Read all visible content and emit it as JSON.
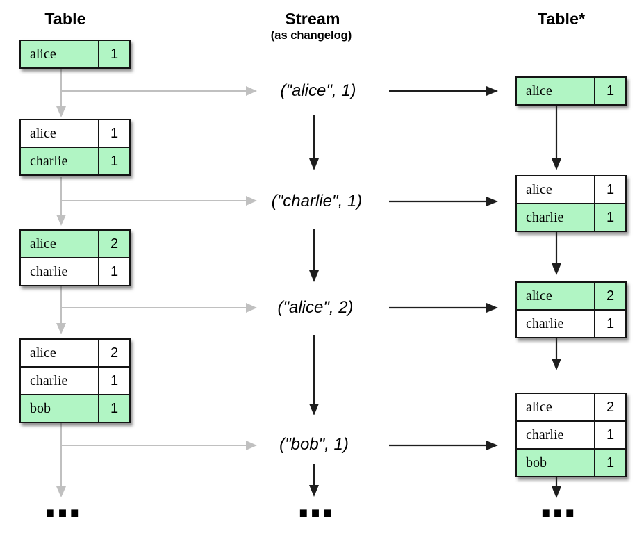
{
  "titles": {
    "left": "Table",
    "middle": "Stream",
    "middle_sub": "(as changelog)",
    "right": "Table*"
  },
  "colors": {
    "highlight_green": "#b1f5c4",
    "gray_arrow": "#c0c0c0",
    "black_arrow": "#1e1e1e",
    "table_border": "#141414",
    "background": "#ffffff"
  },
  "left_tables": [
    {
      "rows": [
        {
          "key": "alice",
          "value": "1",
          "highlight": true
        }
      ]
    },
    {
      "rows": [
        {
          "key": "alice",
          "value": "1",
          "highlight": false
        },
        {
          "key": "charlie",
          "value": "1",
          "highlight": true
        }
      ]
    },
    {
      "rows": [
        {
          "key": "alice",
          "value": "2",
          "highlight": true
        },
        {
          "key": "charlie",
          "value": "1",
          "highlight": false
        }
      ]
    },
    {
      "rows": [
        {
          "key": "alice",
          "value": "2",
          "highlight": false
        },
        {
          "key": "charlie",
          "value": "1",
          "highlight": false
        },
        {
          "key": "bob",
          "value": "1",
          "highlight": true
        }
      ]
    }
  ],
  "stream_events": [
    {
      "label": "(\"alice\", 1)"
    },
    {
      "label": "(\"charlie\", 1)"
    },
    {
      "label": "(\"alice\", 2)"
    },
    {
      "label": "(\"bob\", 1)"
    }
  ],
  "right_tables": [
    {
      "rows": [
        {
          "key": "alice",
          "value": "1",
          "highlight": true
        }
      ]
    },
    {
      "rows": [
        {
          "key": "alice",
          "value": "1",
          "highlight": false
        },
        {
          "key": "charlie",
          "value": "1",
          "highlight": true
        }
      ]
    },
    {
      "rows": [
        {
          "key": "alice",
          "value": "2",
          "highlight": true
        },
        {
          "key": "charlie",
          "value": "1",
          "highlight": false
        }
      ]
    },
    {
      "rows": [
        {
          "key": "alice",
          "value": "2",
          "highlight": false
        },
        {
          "key": "charlie",
          "value": "1",
          "highlight": false
        },
        {
          "key": "bob",
          "value": "1",
          "highlight": true
        }
      ]
    }
  ],
  "ellipsis": "..."
}
